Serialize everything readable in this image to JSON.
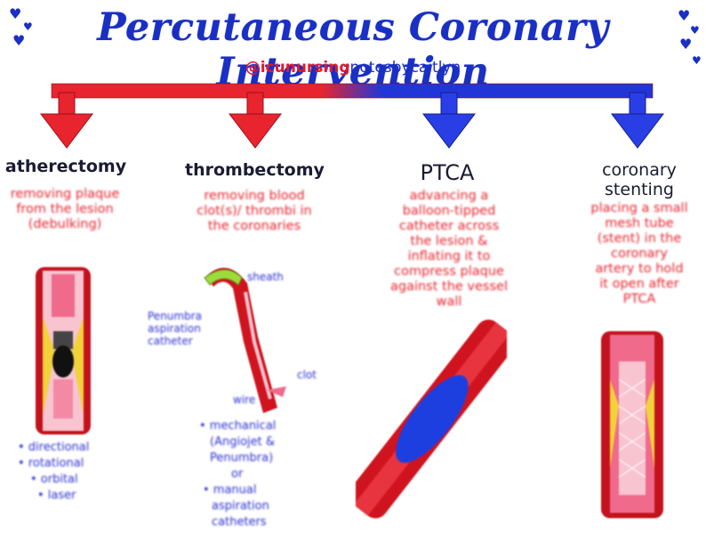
{
  "title": "Percutaneous Coronary Intervention",
  "subtitle": {
    "handle_part1": "@icunursing",
    "handle_part2": "notesbycaitlyn"
  },
  "colors": {
    "red": "#e8242f",
    "blue": "#1a2fc4",
    "vessel_pink": "#f06a8c",
    "plaque_yellow": "#f2d23a",
    "sheath_green": "#9ddb3a"
  },
  "icons": [
    "heart-icon",
    "arrow-down-icon"
  ],
  "interventions": [
    {
      "heading": "atherectomy",
      "description": "removing plaque from the lesion (debulking)",
      "bullets": [
        "• directional",
        "• rotational",
        "• orbital",
        "• laser"
      ]
    },
    {
      "heading": "thrombectomy",
      "description": "removing blood clot(s)/ thrombi in the coronaries",
      "labels": {
        "sheath": "sheath",
        "catheter": "Penumbra aspiration catheter",
        "clot": "clot",
        "wire": "wire"
      },
      "bullets": [
        "• mechanical",
        "(Angiojet &",
        "Penumbra)",
        "or",
        "• manual",
        "aspiration",
        "catheters"
      ]
    },
    {
      "heading": "PTCA",
      "description": "advancing a balloon-tipped catheter across the lesion & inflating it to compress plaque against the vessel wall"
    },
    {
      "heading_line1": "coronary",
      "heading_line2": "stenting",
      "description": "placing a small mesh tube (stent) in the coronary artery to hold it open after PTCA"
    }
  ]
}
